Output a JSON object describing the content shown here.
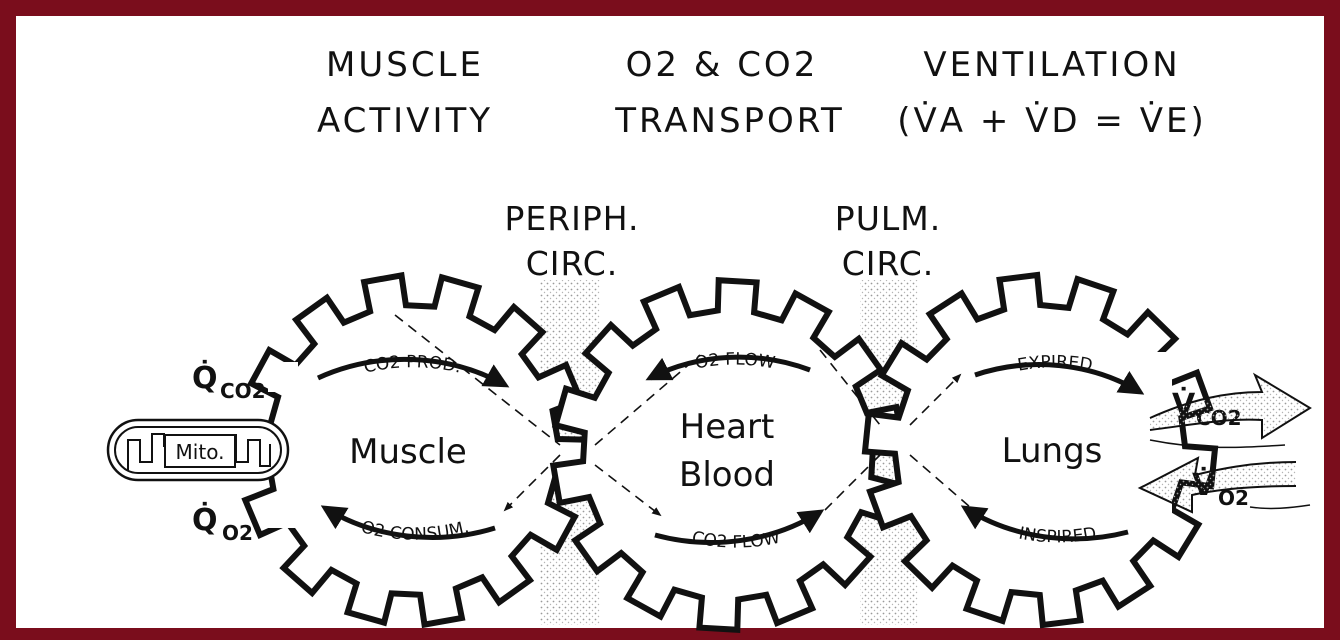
{
  "headers": {
    "muscle_activity": [
      "MUSCLE",
      "ACTIVITY"
    ],
    "transport": [
      "O2 & CO2",
      "TRANSPORT"
    ],
    "ventilation": [
      "VENTILATION",
      "(V̇A + V̇D = V̇E)"
    ]
  },
  "circulation": {
    "peripheral": [
      "PERIPH.",
      "CIRC."
    ],
    "pulmonary": [
      "PULM.",
      "CIRC."
    ]
  },
  "gears": {
    "muscle": {
      "label": "Muscle",
      "top_arc": "CO2 PROD.",
      "bottom_arc": "O2 CONSUM."
    },
    "heart": {
      "label_line1": "Heart",
      "label_line2": "Blood",
      "top_arc": "O2 FLOW",
      "bottom_arc": "CO2 FLOW"
    },
    "lungs": {
      "label": "Lungs",
      "top_arc": "EXPIRED",
      "bottom_arc": "INSPIRED"
    }
  },
  "mito_label": "Mito.",
  "fluxes": {
    "q_co2": {
      "main": "Q̇",
      "sub": "CO2"
    },
    "q_o2": {
      "main": "Q̇",
      "sub": "O2"
    },
    "v_co2": {
      "main": "V̇",
      "sub": "CO2"
    },
    "v_o2": {
      "main": "V̇",
      "sub": "O2"
    }
  },
  "colors": {
    "border": "#7a0d1c",
    "ink": "#111111",
    "stipple": "#c8c8c8"
  }
}
